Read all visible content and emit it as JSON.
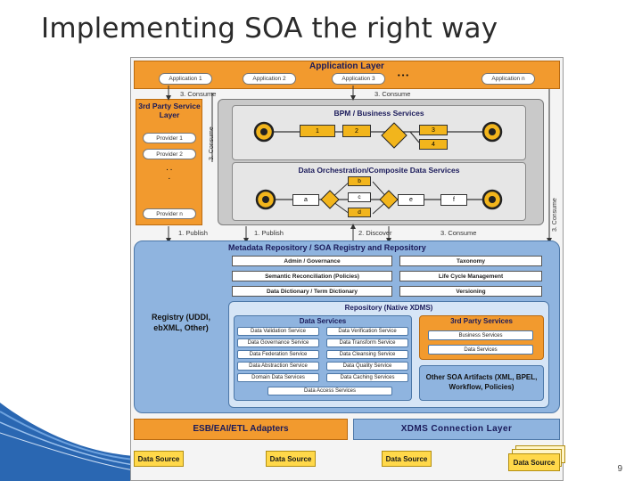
{
  "title": "Implementing SOA the right way",
  "page_number": "9",
  "app_layer": {
    "title": "Application Layer",
    "apps": [
      "Application 1",
      "Application 2",
      "Application 3",
      "Application n"
    ],
    "ellipsis": "• • •"
  },
  "arrows": {
    "consume": "3. Consume",
    "publish": "1. Publish",
    "discover": "2. Discover"
  },
  "third_party": {
    "title": "3rd Party Service Layer",
    "providers": [
      "Provider 1",
      "Provider 2",
      "Provider n"
    ],
    "dots": "·  ·  ·"
  },
  "bpm": {
    "title": "BPM / Business Services",
    "steps": [
      "1",
      "2",
      "3",
      "4"
    ]
  },
  "orchestration": {
    "title": "Data Orchestration/Composite Data Services",
    "steps": [
      "a",
      "b",
      "c",
      "d",
      "e",
      "f"
    ]
  },
  "metadata": {
    "title": "Metadata Repository / SOA Registry and Repository",
    "left": [
      "Admin / Governance",
      "Semantic Reconciliation (Policies)",
      "Data Dictionary / Term Dictionary"
    ],
    "right": [
      "Taxonomy",
      "Life Cycle Management",
      "Versioning"
    ]
  },
  "registry": "Registry (UDDI, ebXML, Other)",
  "repository_title": "Repository (Native XDMS)",
  "data_services": {
    "title": "Data Services",
    "left": [
      "Data Validation Service",
      "Data Governance Service",
      "Data Federation Service",
      "Data Abstraction Service",
      "Domain Data Services"
    ],
    "right": [
      "Data Verification Service",
      "Data Transform Service",
      "Data Cleansing Service",
      "Data Quality Service",
      "Data Caching Services"
    ],
    "bottom": "Data Access Services"
  },
  "third_party_services": {
    "title": "3rd Party Services",
    "items": [
      "Business Services",
      "Data Services"
    ]
  },
  "other_soa": "Other SOA Artifacts (XML, BPEL, Workflow, Policies)",
  "esb": "ESB/EAI/ETL Adapters",
  "xdms": "XDMS Connection Layer",
  "data_source": "Data Source",
  "colors": {
    "orange": "#f29a2e",
    "blue": "#8fb4df",
    "light_blue": "#d6e5f6",
    "grey": "#c9c9c9",
    "data_source_yellow": "#ffd84a",
    "deco_blue": "#1f5fae"
  }
}
